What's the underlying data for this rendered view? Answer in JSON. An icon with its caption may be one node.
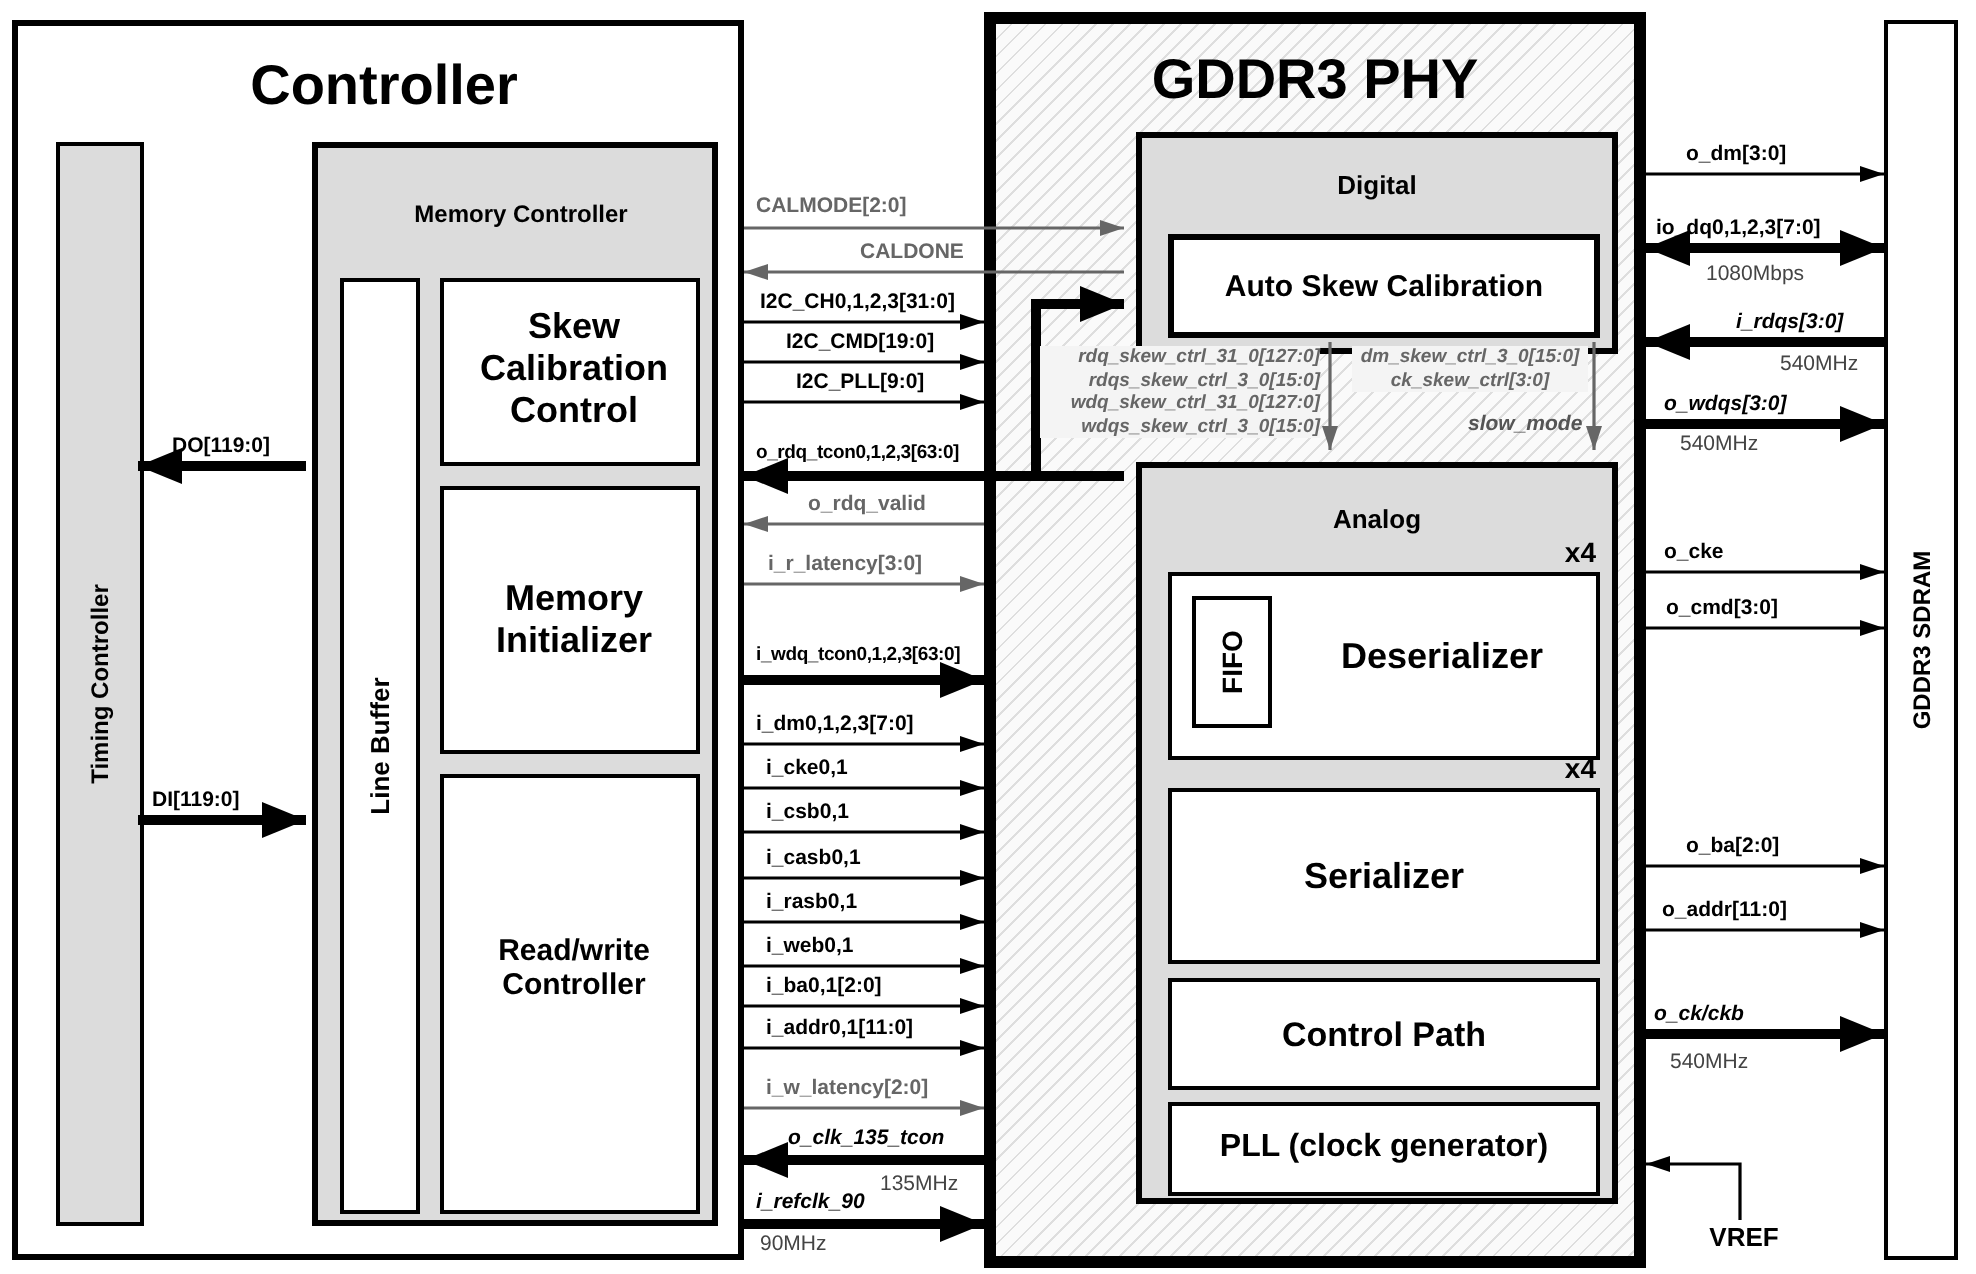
{
  "diagram": {
    "nodes": [
      {
        "text": [
          "Controller"
        ]
      },
      {
        "text": [
          "Timing Controller"
        ],
        "in": 0
      },
      {
        "text": [
          "Memory Controller"
        ],
        "in": 0
      },
      {
        "text": [
          "Line Buffer"
        ],
        "in": 2
      },
      {
        "text": [
          "Skew Calibration Control"
        ],
        "in": 2
      },
      {
        "text": [
          "Memory Initializer"
        ],
        "in": 2
      },
      {
        "text": [
          "Read/write Controller"
        ],
        "in": 2
      },
      {
        "text": [
          "GDDR3 PHY"
        ]
      },
      {
        "text": [
          "Digital"
        ],
        "in": 7
      },
      {
        "text": [
          "Auto Skew Calibration"
        ],
        "in": 8
      },
      {
        "text": [
          "Analog"
        ],
        "in": 7
      },
      {
        "text": [
          "Deserializer"
        ],
        "beside": [
          "x4"
        ],
        "in": 10
      },
      {
        "text": [
          "FIFO"
        ],
        "in": 11
      },
      {
        "text": [
          "Serializer"
        ],
        "beside": [
          "x4"
        ],
        "in": 10
      },
      {
        "text": [
          "Control Path"
        ],
        "in": 10
      },
      {
        "text": [
          "PLL (clock generator)"
        ],
        "in": 10
      },
      {
        "text": [
          "GDDR3 SDRAM"
        ]
      },
      {
        "text": [
          "VREF"
        ]
      }
    ],
    "edges": [
      {
        "from": 2,
        "to": 1,
        "arrow": "to",
        "label": "DO[119:0]",
        "style": "thick"
      },
      {
        "from": 1,
        "to": 2,
        "arrow": "to",
        "label": "DI[119:0]",
        "style": "thick"
      },
      {
        "from": 0,
        "to": 8,
        "arrow": "to",
        "label": "CALMODE[2:0]",
        "color": "#666666"
      },
      {
        "from": 8,
        "to": 0,
        "arrow": "to",
        "label": "CALDONE",
        "color": "#666666"
      },
      {
        "from": 0,
        "to": 7,
        "arrow": "to",
        "label": "I2C_CH0,1,2,3[31:0]"
      },
      {
        "from": 0,
        "to": 7,
        "arrow": "to",
        "label": "I2C_CMD[19:0]"
      },
      {
        "from": 0,
        "to": 7,
        "arrow": "to",
        "label": "I2C_PLL[9:0]"
      },
      {
        "from": 10,
        "to": 0,
        "arrow": "to",
        "label": "o_rdq_tcon0,1,2,3[63:0]",
        "style": "thick"
      },
      {
        "from": 10,
        "to": 8,
        "arrow": "to",
        "style": "thick"
      },
      {
        "from": 7,
        "to": 0,
        "arrow": "to",
        "label": "o_rdq_valid",
        "color": "#666666"
      },
      {
        "from": 0,
        "to": 7,
        "arrow": "to",
        "label": "i_r_latency[3:0]",
        "color": "#666666"
      },
      {
        "from": 0,
        "to": 7,
        "arrow": "to",
        "label": "i_wdq_tcon0,1,2,3[63:0]",
        "style": "thick"
      },
      {
        "from": 0,
        "to": 7,
        "arrow": "to",
        "label": "i_dm0,1,2,3[7:0]"
      },
      {
        "from": 0,
        "to": 7,
        "arrow": "to",
        "label": "i_cke0,1"
      },
      {
        "from": 0,
        "to": 7,
        "arrow": "to",
        "label": "i_csb0,1"
      },
      {
        "from": 0,
        "to": 7,
        "arrow": "to",
        "label": "i_casb0,1"
      },
      {
        "from": 0,
        "to": 7,
        "arrow": "to",
        "label": "i_rasb0,1"
      },
      {
        "from": 0,
        "to": 7,
        "arrow": "to",
        "label": "i_web0,1"
      },
      {
        "from": 0,
        "to": 7,
        "arrow": "to",
        "label": "i_ba0,1[2:0]"
      },
      {
        "from": 0,
        "to": 7,
        "arrow": "to",
        "label": "i_addr0,1[11:0]"
      },
      {
        "from": 0,
        "to": 7,
        "arrow": "to",
        "label": "i_w_latency[2:0]",
        "color": "#666666"
      },
      {
        "from": 7,
        "to": 0,
        "arrow": "to",
        "label": "o_clk_135_tcon",
        "style": "thick"
      },
      {
        "from": 0,
        "to": 7,
        "arrow": "to",
        "label": "i_refclk_90",
        "style": "thick"
      },
      {
        "from": 8,
        "to": 10,
        "arrow": "to",
        "label": "rdq_skew_ctrl_31_0[127:0] rdqs_skew_ctrl_3_0[15:0] wdq_skew_ctrl_31_0[127:0] wdqs_skew_ctrl_3_0[15:0]",
        "color": "#666666"
      },
      {
        "from": 8,
        "to": 10,
        "arrow": "to",
        "label": "dm_skew_ctrl_3_0[15:0] ck_skew_ctrl[3:0]",
        "color": "#666666"
      },
      {
        "from": 7,
        "to": 16,
        "arrow": "to",
        "label": "o_dm[3:0]"
      },
      {
        "from": 7,
        "to": 16,
        "arrow": "both",
        "label": "io_dq0,1,2,3[7:0]",
        "style": "thick"
      },
      {
        "from": 16,
        "to": 7,
        "arrow": "to",
        "label": "i_rdqs[3:0]",
        "style": "thick"
      },
      {
        "from": 7,
        "to": 16,
        "arrow": "to",
        "label": "o_wdqs[3:0]",
        "style": "thick"
      },
      {
        "from": 7,
        "to": 16,
        "arrow": "to",
        "label": "o_cke"
      },
      {
        "from": 7,
        "to": 16,
        "arrow": "to",
        "label": "o_cmd[3:0]"
      },
      {
        "from": 7,
        "to": 16,
        "arrow": "to",
        "label": "o_ba[2:0]"
      },
      {
        "from": 7,
        "to": 16,
        "arrow": "to",
        "label": "o_addr[11:0]"
      },
      {
        "from": 7,
        "to": 16,
        "arrow": "to",
        "label": "o_ck/ckb",
        "style": "thick"
      },
      {
        "from": 17,
        "to": 7,
        "arrow": "to"
      }
    ],
    "labels": [
      "1080Mbps",
      "540MHz",
      "slow_mode",
      "540MHz",
      "540MHz",
      "135MHz",
      "90MHz"
    ]
  }
}
